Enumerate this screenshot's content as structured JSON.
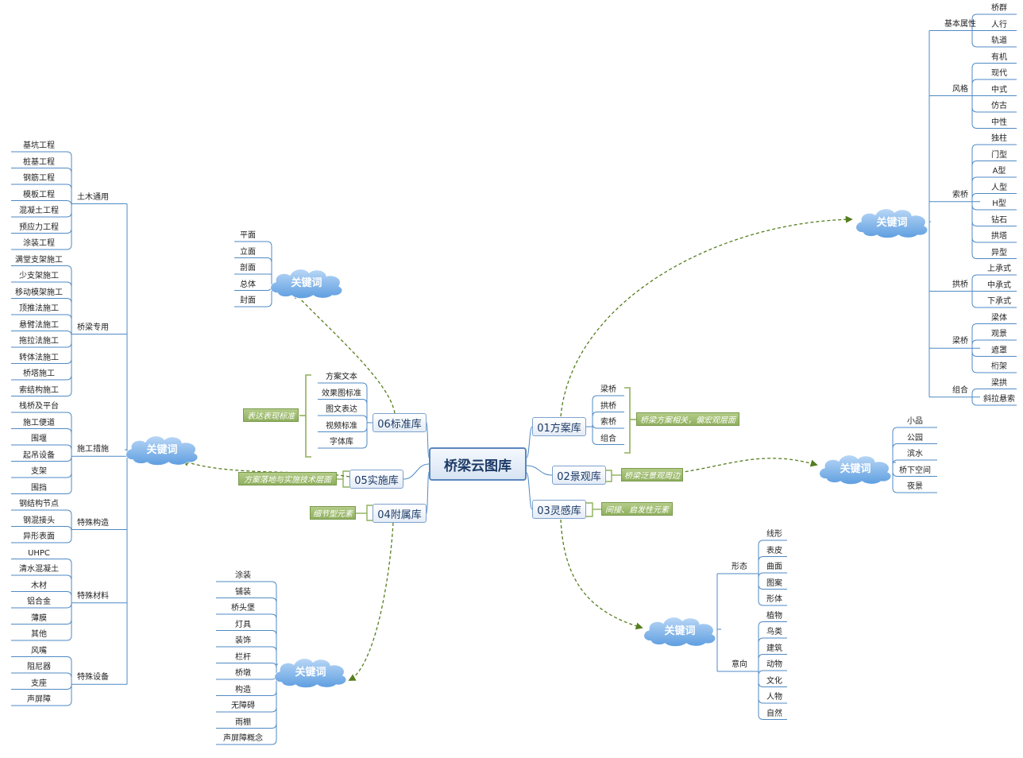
{
  "root": "桥梁云图库",
  "cloud_label": "关键词",
  "colors": {
    "line": "#4f8ac4",
    "arrow": "#567d1e",
    "tag": "#8faf5e"
  },
  "branches": {
    "b01": {
      "label": "01方案库",
      "children": [
        "梁桥",
        "拱桥",
        "索桥",
        "组合"
      ],
      "tag": "桥梁方案相关，偏宏观层面"
    },
    "b02": {
      "label": "02景观库",
      "tag": "桥梁泛景观周边"
    },
    "b03": {
      "label": "03灵感库",
      "tag": "间接、启发性元素"
    },
    "b04": {
      "label": "04附属库",
      "tag": "细节型元素"
    },
    "b05": {
      "label": "05实施库",
      "tag": "方案落地与实施技术层面"
    },
    "b06": {
      "label": "06标准库",
      "children": [
        "方案文本",
        "效果图标准",
        "图文表达",
        "视频标准",
        "字体库"
      ],
      "tag": "表达表现标准"
    }
  },
  "k01": {
    "groups": [
      {
        "label": "基本属性",
        "items": [
          "桥群",
          "人行",
          "轨道"
        ]
      },
      {
        "label": "风格",
        "items": [
          "有机",
          "现代",
          "中式",
          "仿古",
          "中性"
        ]
      },
      {
        "label": "索桥",
        "items": [
          "独柱",
          "门型",
          "A型",
          "人型",
          "H型",
          "钻石",
          "拱塔",
          "异型"
        ]
      },
      {
        "label": "拱桥",
        "items": [
          "上承式",
          "中承式",
          "下承式"
        ]
      },
      {
        "label": "梁桥",
        "items": [
          "梁体",
          "观景",
          "遮罩",
          "桁架"
        ]
      },
      {
        "label": "组合",
        "items": [
          "梁拱",
          "斜拉悬索"
        ]
      }
    ]
  },
  "k02": {
    "items": [
      "小品",
      "公园",
      "滨水",
      "桥下空间",
      "夜景"
    ]
  },
  "k03": {
    "groups": [
      {
        "label": "形态",
        "items": [
          "线形",
          "表皮",
          "曲面",
          "图案",
          "形体"
        ]
      },
      {
        "label": "意向",
        "items": [
          "植物",
          "鸟类",
          "建筑",
          "动物",
          "文化",
          "人物",
          "自然"
        ]
      }
    ]
  },
  "k04": {
    "items": [
      "涂装",
      "铺装",
      "桥头堡",
      "灯具",
      "装饰",
      "栏杆",
      "桥墩",
      "构造",
      "无障碍",
      "雨棚",
      "声屏障概念"
    ]
  },
  "k06": {
    "items": [
      "平面",
      "立面",
      "剖面",
      "总体",
      "封面"
    ]
  },
  "k05": {
    "groups": [
      {
        "label": "土木通用",
        "items": [
          "基坑工程",
          "桩基工程",
          "钢筋工程",
          "模板工程",
          "混凝土工程",
          "预应力工程",
          "涂装工程"
        ]
      },
      {
        "label": "桥梁专用",
        "items": [
          "满堂支架施工",
          "少支架施工",
          "移动模架施工",
          "顶推法施工",
          "悬臂法施工",
          "拖拉法施工",
          "转体法施工",
          "桥塔施工",
          "索结构施工"
        ]
      },
      {
        "label": "施工措施",
        "items": [
          "栈桥及平台",
          "施工便道",
          "围堰",
          "起吊设备",
          "支架",
          "围挡"
        ]
      },
      {
        "label": "特殊构造",
        "items": [
          "钢结构节点",
          "钢混接头",
          "异形表面"
        ]
      },
      {
        "label": "特殊材料",
        "items": [
          "UHPC",
          "清水混凝土",
          "木材",
          "铝合金",
          "薄膜",
          "其他"
        ]
      },
      {
        "label": "特殊设备",
        "items": [
          "风嘴",
          "阻尼器",
          "支座",
          "声屏障"
        ]
      }
    ]
  }
}
